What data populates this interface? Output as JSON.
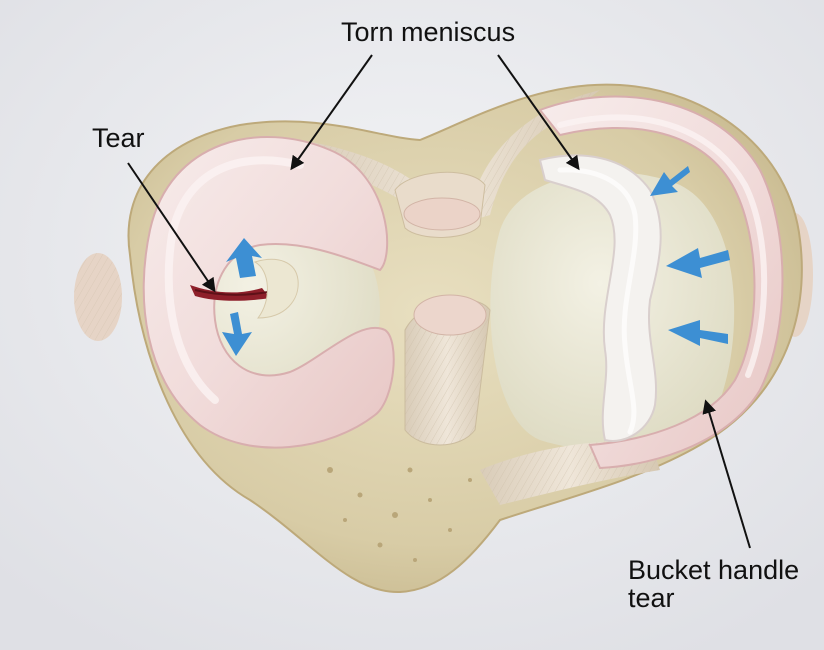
{
  "labels": {
    "torn_meniscus": "Torn meniscus",
    "tear": "Tear",
    "bucket_handle_line1": "Bucket handle",
    "bucket_handle_line2": "tear"
  },
  "colors": {
    "background": "#e9eaee",
    "bone": "#dcd2b0",
    "meniscus": "#f3e3e2",
    "cartilage": "#ebe9d6",
    "ligament": "#e7dccd",
    "tear_red": "#8e1f2a",
    "force_arrow": "#3d8fd3",
    "leader_line": "#111111"
  },
  "icons": {
    "force_arrows": "blue-arrow-icon",
    "leader_arrows": "black-arrow-icon"
  }
}
